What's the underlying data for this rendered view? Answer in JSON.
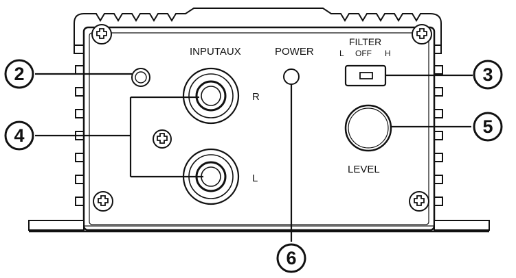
{
  "labels": {
    "input_aux": "INPUTAUX",
    "power": "POWER",
    "filter": "FILTER",
    "filter_l": "L",
    "filter_off": "OFF",
    "filter_h": "H",
    "channel_r": "R",
    "channel_l": "L",
    "level": "LEVEL"
  },
  "callouts": {
    "c2": "2",
    "c3": "3",
    "c4": "4",
    "c5": "5",
    "c6": "6"
  },
  "colors": {
    "ink": "#111111",
    "panel": "#ffffff"
  }
}
